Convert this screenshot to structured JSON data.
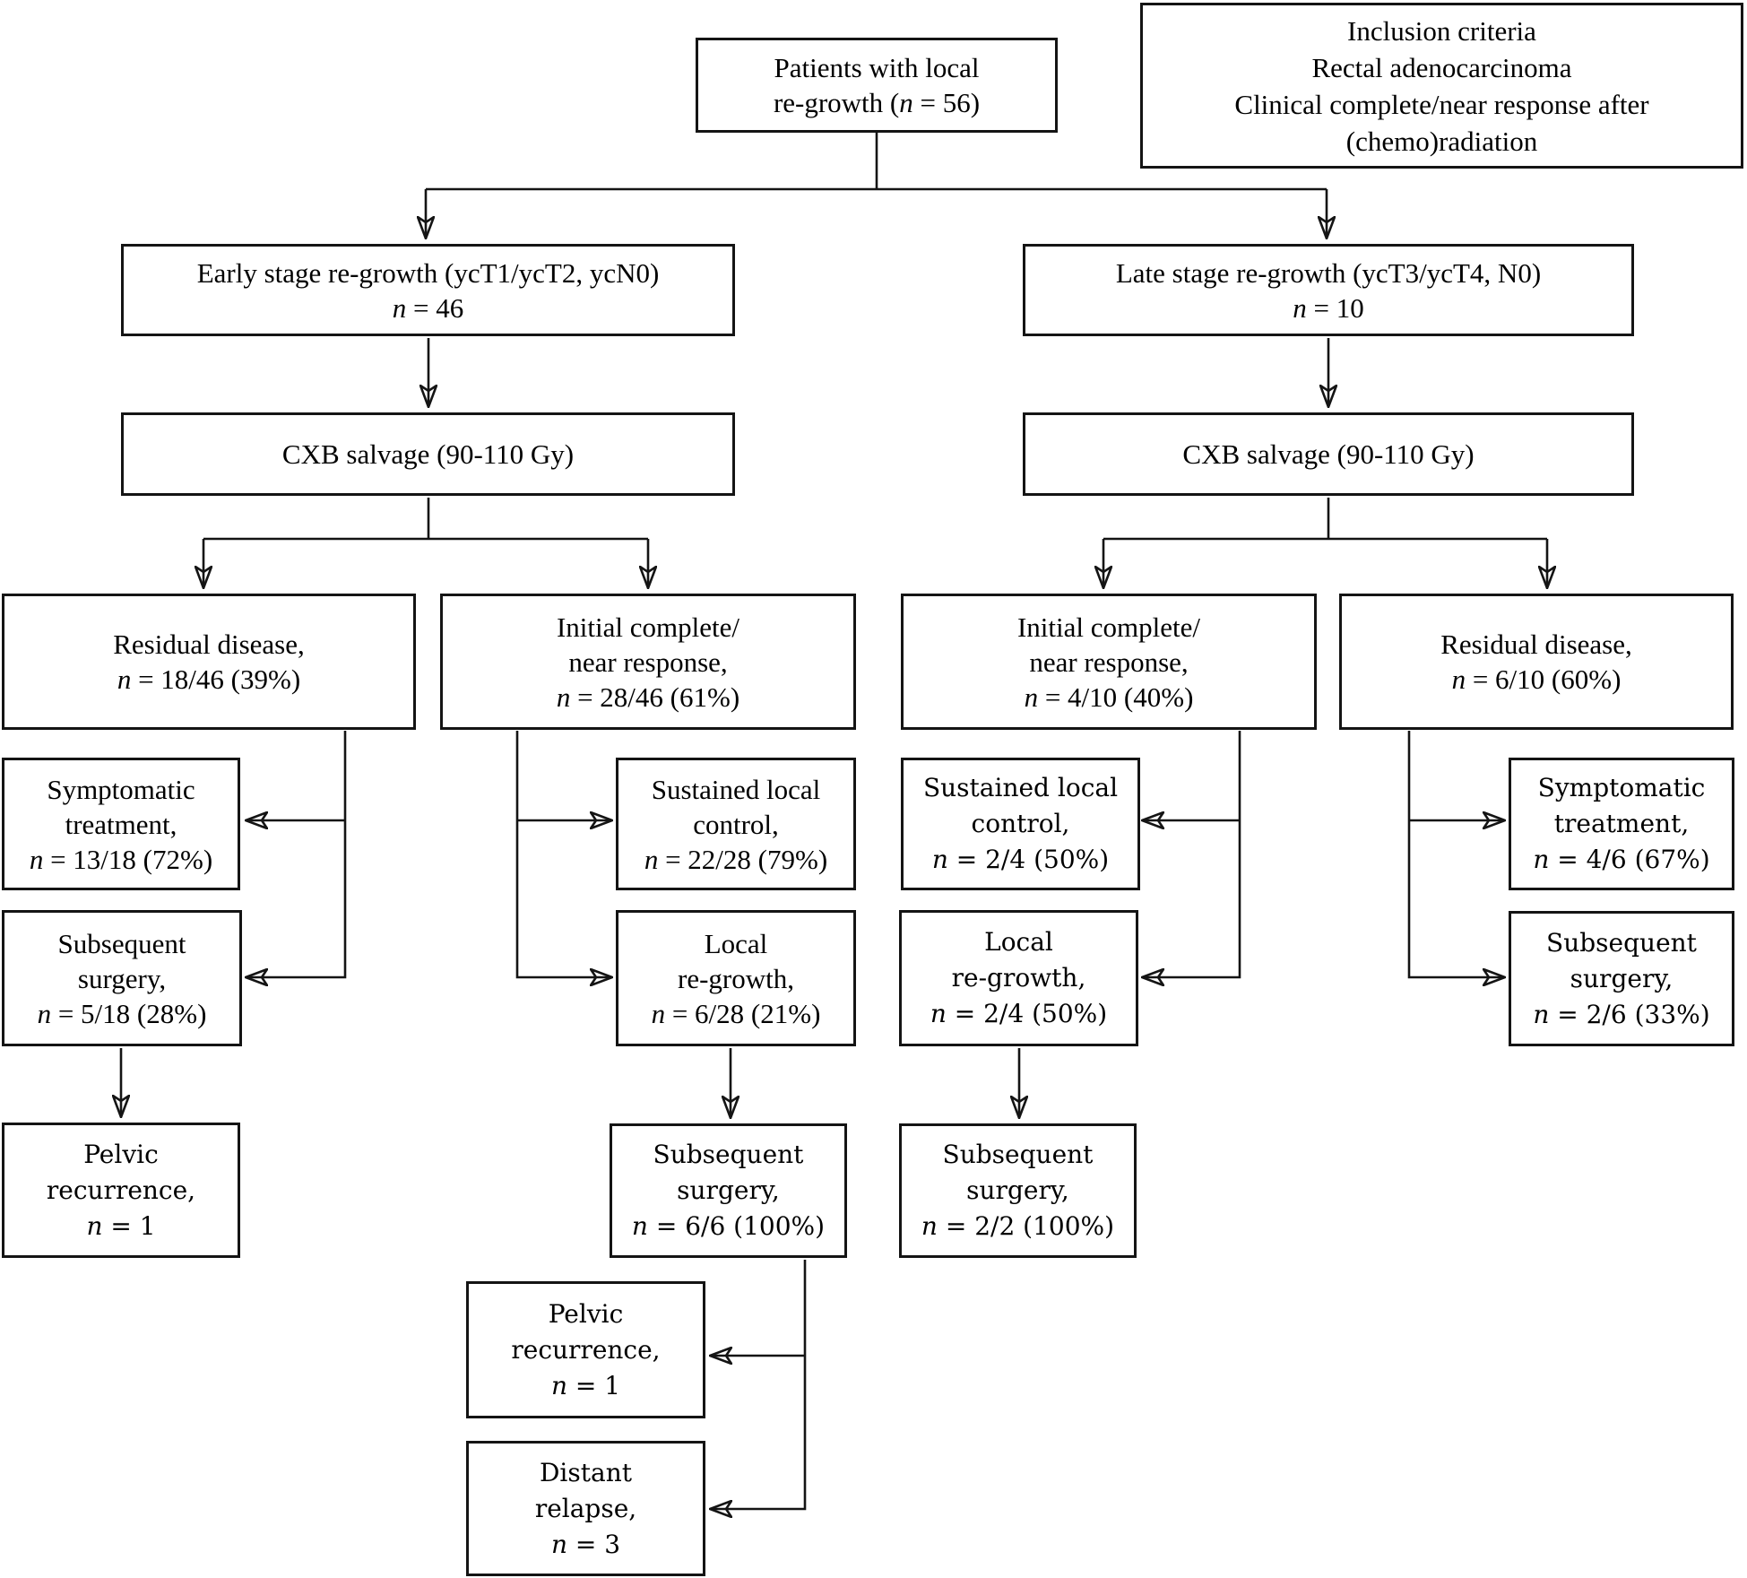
{
  "figure": {
    "kind": "patient-flow-diagram",
    "colors": {
      "background": "#ffffff",
      "line": "#141414",
      "text": "#000000"
    }
  },
  "nodes": {
    "patients": {
      "lines": [
        "Patients with local"
      ],
      "pre": "re-growth (",
      "var": "n",
      "stat": " = 56)"
    },
    "inclusion": {
      "lines": [
        "Inclusion criteria",
        "Rectal adenocarcinoma",
        "Clinical complete/near response after",
        "(chemo)radiation"
      ]
    },
    "early": {
      "lines": [
        "Early stage re-growth (ycT1/ycT2, ycN0)"
      ],
      "var": "n",
      "stat": " = 46"
    },
    "late": {
      "lines": [
        "Late stage re-growth (ycT3/ycT4, N0)"
      ],
      "var": "n",
      "stat": " = 10"
    },
    "cxb_left": {
      "lines": [
        "CXB salvage (90-110 Gy)"
      ]
    },
    "cxb_right": {
      "lines": [
        "CXB salvage (90-110 Gy)"
      ]
    },
    "residual_left": {
      "lines": [
        "Residual disease,"
      ],
      "var": "n",
      "stat": " = 18/46 (39%)"
    },
    "initial_left": {
      "lines": [
        "Initial complete/",
        "near response,"
      ],
      "var": "n",
      "stat": " = 28/46 (61%)"
    },
    "initial_right": {
      "lines": [
        "Initial complete/",
        "near response,"
      ],
      "var": "n",
      "stat": " = 4/10 (40%)"
    },
    "residual_right": {
      "lines": [
        "Residual disease,"
      ],
      "var": "n",
      "stat": " = 6/10 (60%)"
    },
    "symptomatic_left": {
      "lines": [
        "Symptomatic",
        "treatment,"
      ],
      "var": "n",
      "stat": " = 13/18 (72%)"
    },
    "sustained_left": {
      "lines": [
        "Sustained local",
        "control,"
      ],
      "var": "n",
      "stat": " = 22/28 (79%)"
    },
    "sustained_right": {
      "lines": [
        "Sustained local",
        "control,"
      ],
      "var": "n",
      "stat": " = 2/4 (50%)"
    },
    "symptomatic_right": {
      "lines": [
        "Symptomatic",
        "treatment,"
      ],
      "var": "n",
      "stat": " = 4/6 (67%)"
    },
    "surgery_left": {
      "lines": [
        "Subsequent",
        "surgery,"
      ],
      "var": "n",
      "stat": " = 5/18 (28%)"
    },
    "regrowth_left": {
      "lines": [
        "Local",
        "re-growth,"
      ],
      "var": "n",
      "stat": " = 6/28 (21%)"
    },
    "regrowth_right": {
      "lines": [
        "Local",
        "re-growth,"
      ],
      "var": "n",
      "stat": " = 2/4 (50%)"
    },
    "surgery_right": {
      "lines": [
        "Subsequent",
        "surgery,"
      ],
      "var": "n",
      "stat": " = 2/6 (33%)"
    },
    "pelvic_left": {
      "lines": [
        "Pelvic",
        "recurrence,"
      ],
      "var": "n",
      "stat": " = 1"
    },
    "surgery_mid": {
      "lines": [
        "Subsequent",
        "surgery,"
      ],
      "var": "n",
      "stat": " = 6/6 (100%)"
    },
    "surgery_late": {
      "lines": [
        "Subsequent",
        "surgery,"
      ],
      "var": "n",
      "stat": " = 2/2 (100%)"
    },
    "pelvic_mid": {
      "lines": [
        "Pelvic",
        "recurrence,"
      ],
      "var": "n",
      "stat": " = 1"
    },
    "distant_mid": {
      "lines": [
        "Distant",
        "relapse,"
      ],
      "var": "n",
      "stat": " = 3"
    }
  }
}
